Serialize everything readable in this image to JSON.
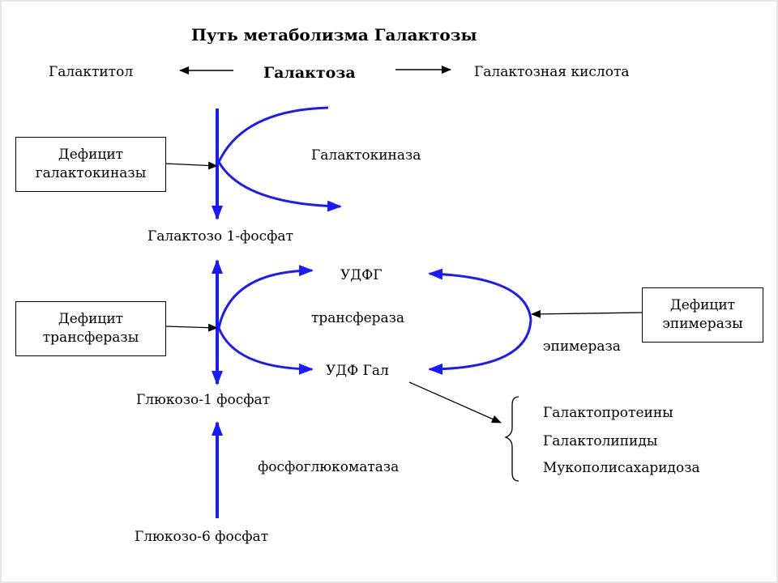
{
  "title": "Путь метаболизма Галактозы",
  "center": "Галактоза",
  "left_product": "Галактитол",
  "right_product": "Галактозная кислота",
  "galactokinase": "Галактокиназа",
  "gal1p": "Галактозо 1-фосфат",
  "udpg": "УДФГ",
  "transferase": "трансфераза",
  "udpgal": "УДФ Гал",
  "epimerase": "эпимераза",
  "g1p": "Глюкозо-1 фосфат",
  "phosphoglucomutase": "фосфоглюкоматаза",
  "g6p": "Глюкозо-6 фосфат",
  "deficits": {
    "galactokinase": [
      "Дефицит",
      "галактокиназы"
    ],
    "transferase": [
      "Дефицит",
      "трансферазы"
    ],
    "epimerase": [
      "Дефицит",
      "эпимеразы"
    ]
  },
  "products": [
    "Галактопротеины",
    "Галактолипиды",
    "Мукополисахаридоза"
  ],
  "colors": {
    "arrow": "#1a1aff",
    "line": "#000000"
  }
}
